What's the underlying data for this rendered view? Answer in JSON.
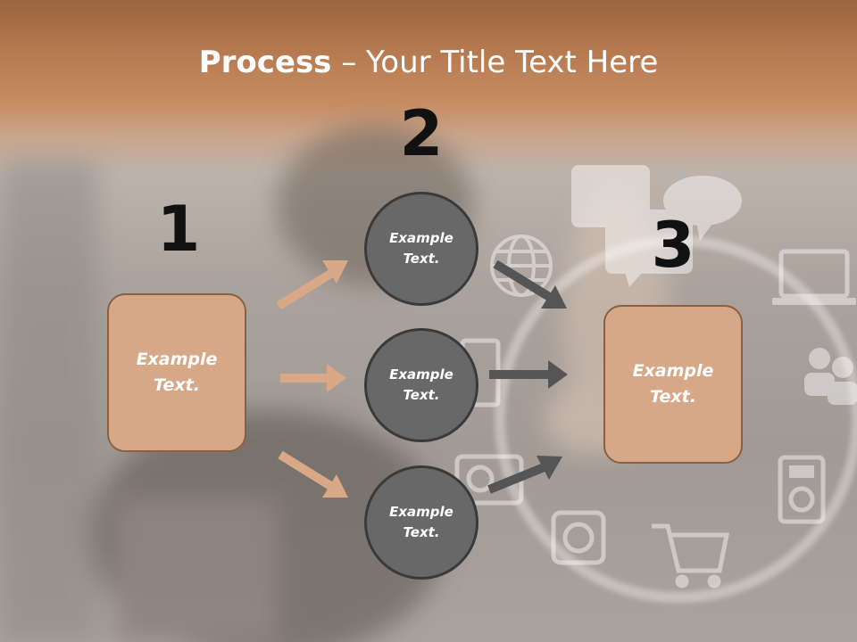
{
  "title": {
    "bold": "Process",
    "rest": " – Your Title Text Here"
  },
  "steps": {
    "num1": "1",
    "num2": "2",
    "num3": "3"
  },
  "boxes": {
    "left": "Example\nText.",
    "right": "Example\nText."
  },
  "circles": [
    "Example\nText.",
    "Example\nText.",
    "Example\nText."
  ],
  "colors": {
    "header": "#c08257",
    "box_fill": "#d7a887",
    "box_border": "#8a6044",
    "circle_fill": "#686868",
    "circle_border": "#3a3a3a",
    "arrow_tan": "#d9a887",
    "arrow_gray": "#555555"
  },
  "background_icons": [
    "speech-bubble-icon",
    "globe-icon",
    "laptop-icon",
    "people-icon",
    "camera-icon",
    "media-player-icon",
    "shopping-cart-icon",
    "at-sign-icon",
    "tablet-icon"
  ]
}
